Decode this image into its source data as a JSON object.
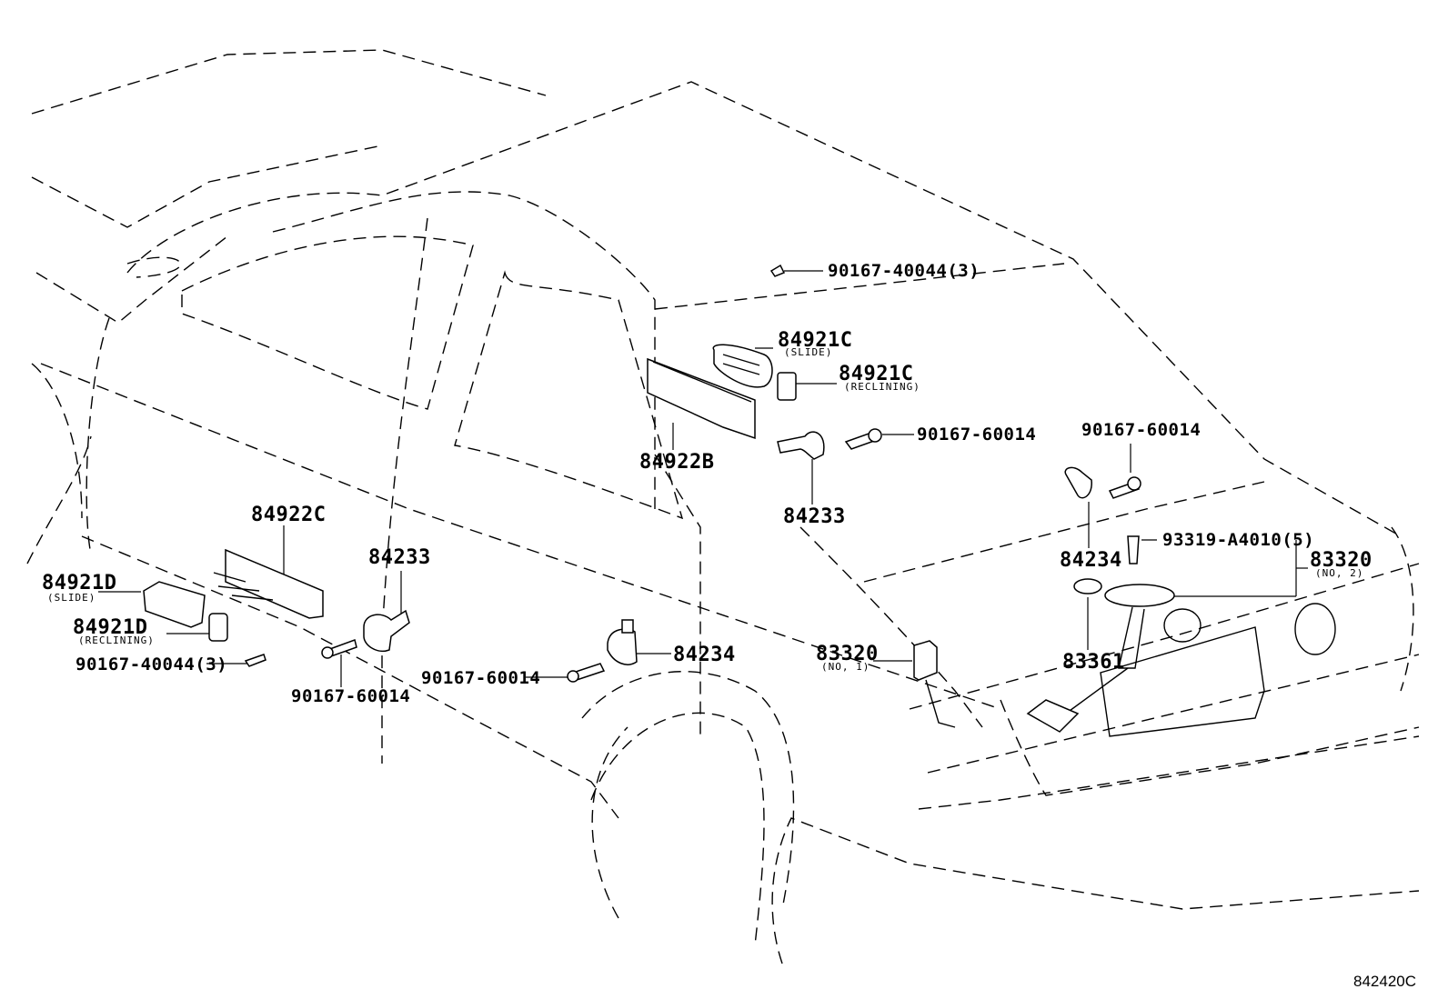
{
  "diagram": {
    "title_code": "842420C",
    "callouts": [
      {
        "id": "c1",
        "part": "90167-40044(3)"
      },
      {
        "id": "c2",
        "part": "84921C",
        "note": "(SLIDE)"
      },
      {
        "id": "c3",
        "part": "84921C",
        "note": "(RECLINING)"
      },
      {
        "id": "c4",
        "part": "90167-60014"
      },
      {
        "id": "c5",
        "part": "84922B"
      },
      {
        "id": "c6",
        "part": "84233"
      },
      {
        "id": "c7",
        "part": "90167-60014"
      },
      {
        "id": "c8",
        "part": "84234"
      },
      {
        "id": "c9",
        "part": "93319-A4010(5)"
      },
      {
        "id": "c10",
        "part": "83320",
        "note": "(NO, 2)"
      },
      {
        "id": "c11",
        "part": "83361"
      },
      {
        "id": "c12",
        "part": "83320",
        "note": "(NO, 1)"
      },
      {
        "id": "c13",
        "part": "84234"
      },
      {
        "id": "c14",
        "part": "90167-60014"
      },
      {
        "id": "c15",
        "part": "84922C"
      },
      {
        "id": "c16",
        "part": "84233"
      },
      {
        "id": "c17",
        "part": "84921D",
        "note": "(SLIDE)"
      },
      {
        "id": "c18",
        "part": "84921D",
        "note": "(RECLINING)"
      },
      {
        "id": "c19",
        "part": "90167-40044(3)"
      },
      {
        "id": "c20",
        "part": "90167-60014"
      }
    ]
  }
}
